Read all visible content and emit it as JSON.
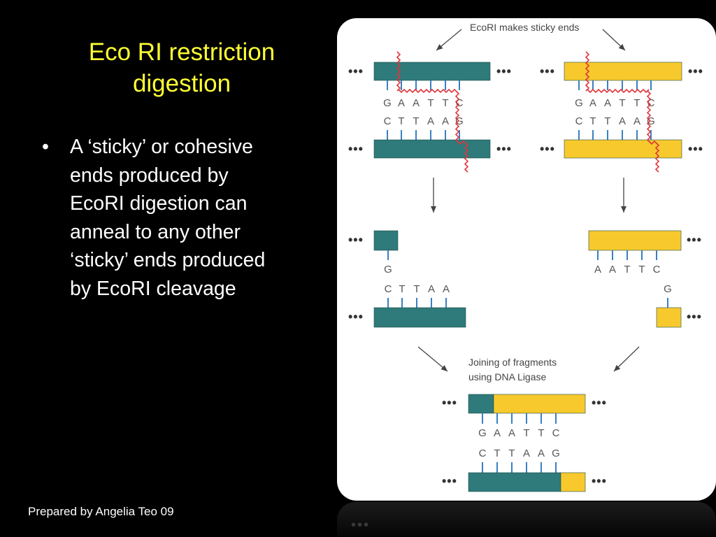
{
  "slide": {
    "title_lines": [
      "Eco RI restriction",
      "digestion"
    ],
    "bullet": {
      "symbol": "•",
      "lines": [
        "A ‘sticky’ or cohesive",
        "ends produced by",
        "EcoRI digestion can",
        "anneal to any other",
        "‘sticky’ ends produced",
        "by EcoRI cleavage"
      ]
    },
    "footer": "Prepared by Angelia Teo 09"
  },
  "diagram": {
    "caption_top": "EcoRI makes sticky ends",
    "caption_join_lines": [
      "Joining of fragments",
      "using DNA Ligase"
    ],
    "dots": "•••",
    "colors": {
      "strand_teal": "#2f7a7a",
      "strand_yellow": "#f7c92c",
      "cut_line": "#e0353b",
      "tick_blue": "#3a7fc4",
      "base_letter": "#555555",
      "dots": "#333333"
    },
    "left_site": {
      "top_bases": [
        "G",
        "A",
        "A",
        "T",
        "T",
        "C"
      ],
      "bottom_bases": [
        "C",
        "T",
        "T",
        "A",
        "A",
        "G"
      ]
    },
    "right_site": {
      "top_bases": [
        "G",
        "A",
        "A",
        "T",
        "T",
        "C"
      ],
      "bottom_bases": [
        "C",
        "T",
        "T",
        "A",
        "A",
        "G"
      ]
    },
    "left_fragment": {
      "top_bases": [
        "G"
      ],
      "bottom_bases": [
        "C",
        "T",
        "T",
        "A",
        "A"
      ]
    },
    "right_fragment": {
      "top_bases": [
        "A",
        "A",
        "T",
        "T",
        "C"
      ],
      "bottom_bases": [
        "G"
      ]
    },
    "joined": {
      "top_bases": [
        "G",
        "A",
        "A",
        "T",
        "T",
        "C"
      ],
      "bottom_bases": [
        "C",
        "T",
        "T",
        "A",
        "A",
        "G"
      ]
    }
  }
}
